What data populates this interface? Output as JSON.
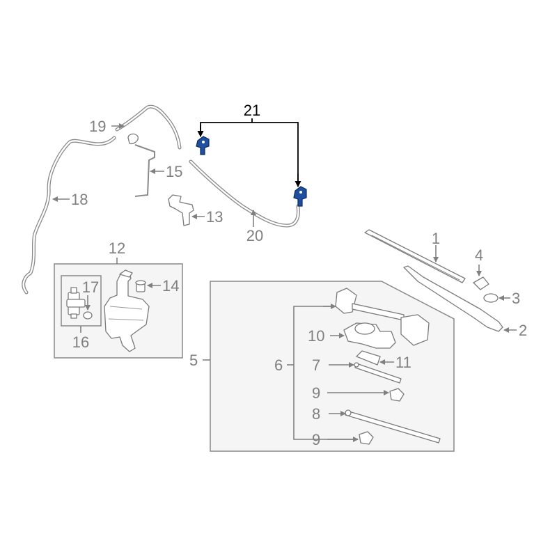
{
  "diagram": {
    "colors": {
      "highlight": "#1f4f9e",
      "line_grey": "#808080",
      "panel_fill": "#f5f5f5",
      "panel_border": "#888888"
    },
    "callouts": {
      "c1": "1",
      "c2": "2",
      "c3": "3",
      "c4": "4",
      "c5": "5",
      "c6": "6",
      "c7": "7",
      "c8": "8",
      "c9a": "9",
      "c9b": "9",
      "c10": "10",
      "c11": "11",
      "c12": "12",
      "c13": "13",
      "c14": "14",
      "c15": "15",
      "c16": "16",
      "c17": "17",
      "c18": "18",
      "c19": "19",
      "c20": "20",
      "c21": "21"
    }
  }
}
